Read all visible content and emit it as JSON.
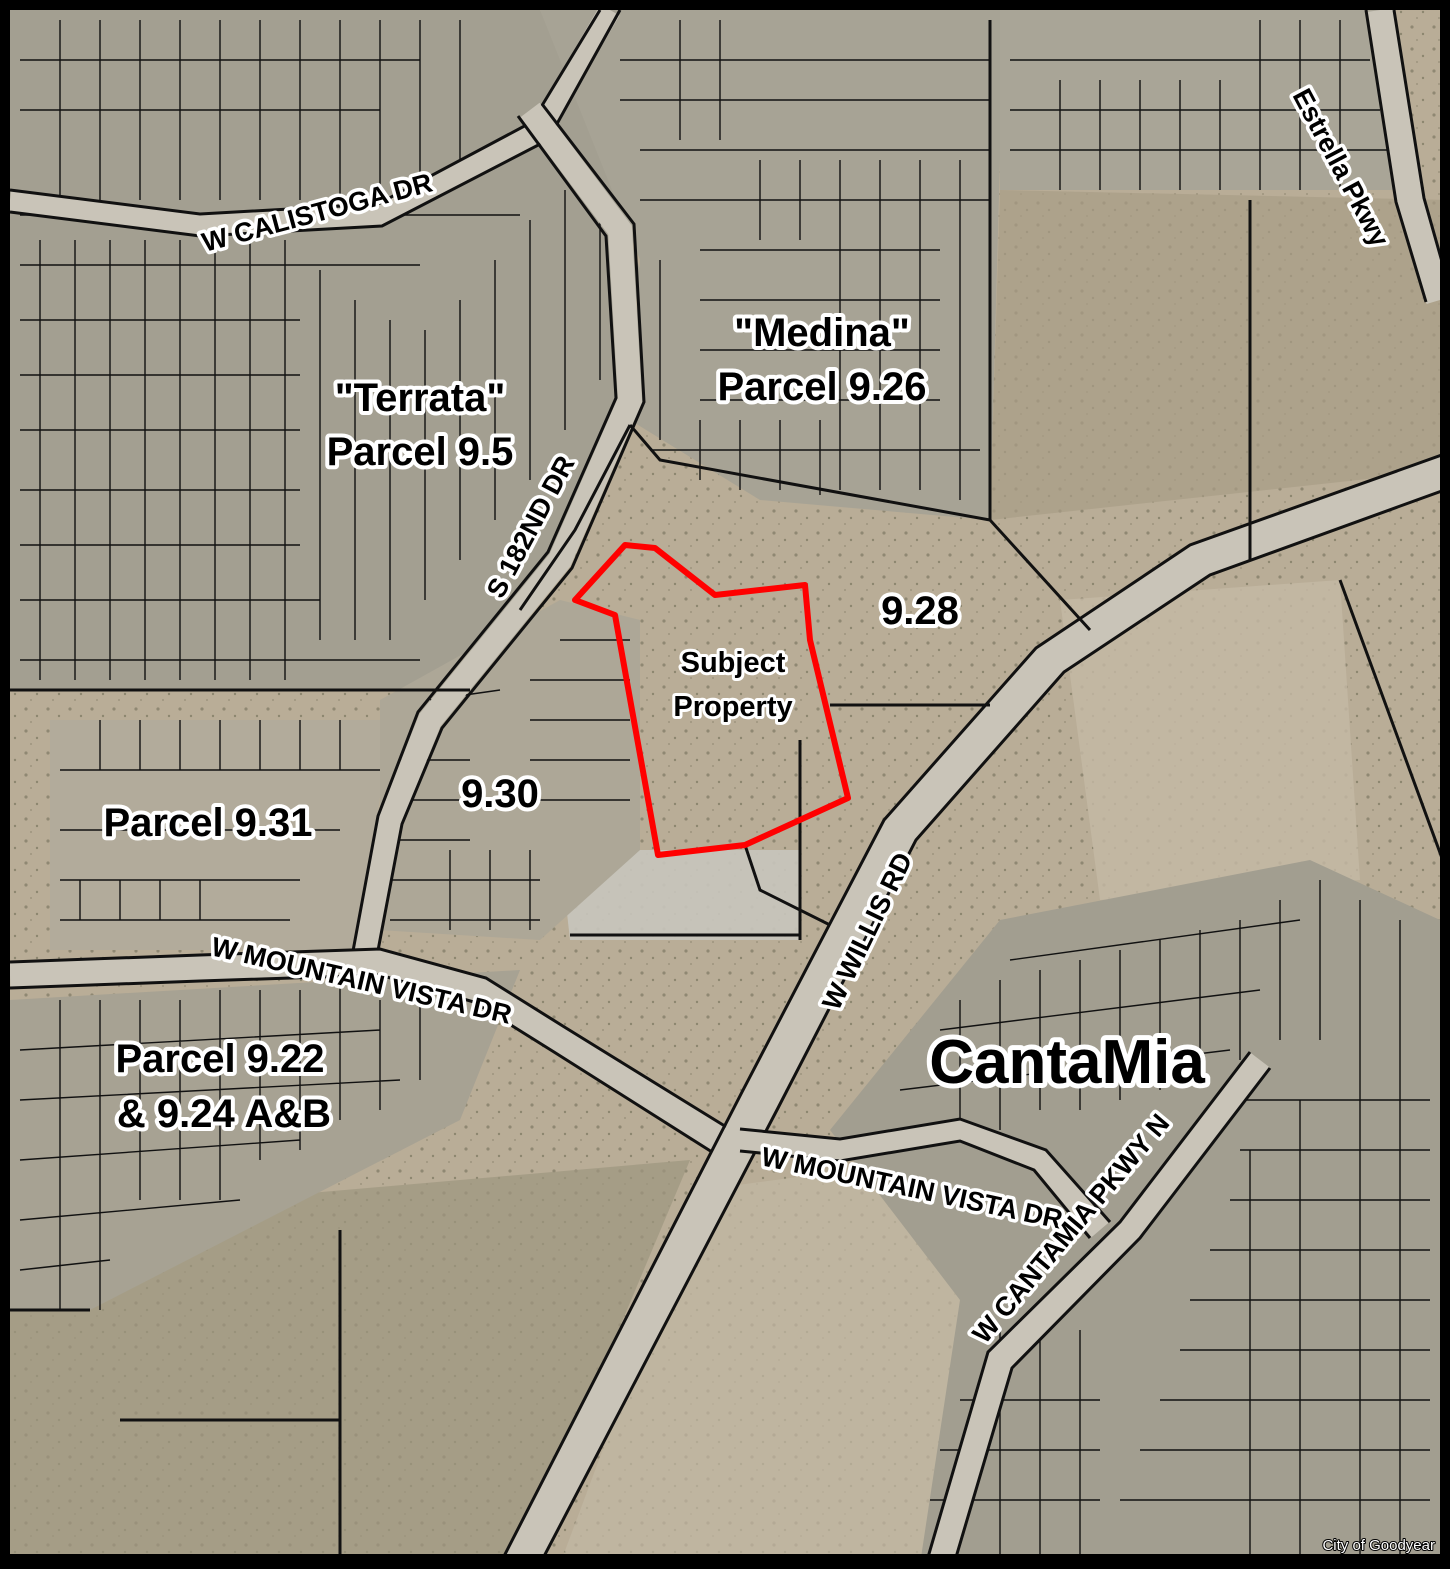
{
  "map": {
    "colors": {
      "terrain": "#b9ad97",
      "terrain_dark": "#8f8772",
      "subdivision": "#a29d8e",
      "pavement": "#c9c4b8",
      "subject_outline": "#ff0000",
      "parcel_line": "#111111",
      "frame": "#000000"
    },
    "streets": {
      "calistoga": "W CALISTOGA DR",
      "s182nd": "S 182ND DR",
      "estrella": "Estrella Pkwy",
      "mountain_vista_west": "W MOUNTAIN VISTA DR",
      "willis": "W WILLIS RD",
      "mountain_vista_east": "W MOUNTAIN VISTA DR",
      "cantamia_pkwy": "W CANTAMIA PKWY N"
    },
    "parcels": {
      "terrata_name": "\"Terrata\"",
      "terrata_parcel": "Parcel 9.5",
      "medina_name": "\"Medina\"",
      "medina_parcel": "Parcel 9.26",
      "p928": "9.28",
      "p930": "9.30",
      "p931": "Parcel 9.31",
      "p922_line1": "Parcel 9.22",
      "p922_line2": "& 9.24 A&B"
    },
    "subject": {
      "line1": "Subject",
      "line2": "Property"
    },
    "community": "CantaMia",
    "credit": "City of Goodyear"
  }
}
